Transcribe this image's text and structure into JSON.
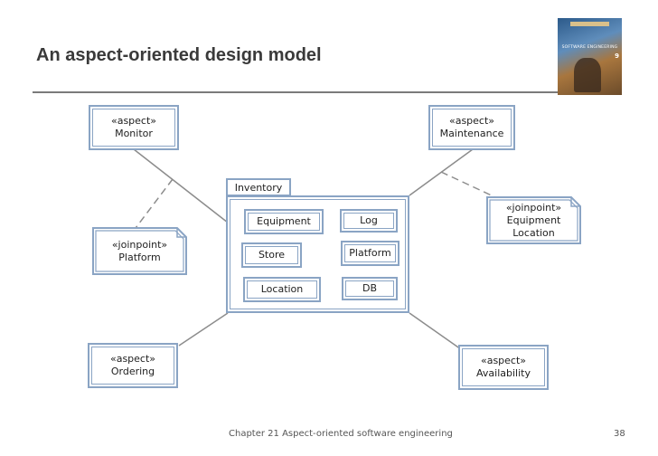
{
  "slide": {
    "title": "An aspect-oriented design model",
    "footer_text": "Chapter 21 Aspect-oriented software engineering",
    "page_number": "38"
  },
  "book_cover": {
    "text_lines": [
      "SOFTWARE ENGINEERING"
    ],
    "edition": "9"
  },
  "diagram": {
    "aspects": [
      {
        "id": "monitor",
        "stereotype": "«aspect»",
        "name": "Monitor"
      },
      {
        "id": "maintenance",
        "stereotype": "«aspect»",
        "name": "Maintenance"
      },
      {
        "id": "ordering",
        "stereotype": "«aspect»",
        "name": "Ordering"
      },
      {
        "id": "availability",
        "stereotype": "«aspect»",
        "name": "Availability"
      }
    ],
    "joinpoints": [
      {
        "id": "platform",
        "stereotype": "«joinpoint»",
        "name": "Platform"
      },
      {
        "id": "equipment-location",
        "stereotype": "«joinpoint»",
        "name": "Equipment Location",
        "lines": [
          "Equipment",
          "Location"
        ]
      }
    ],
    "package": {
      "name": "Inventory",
      "classes": [
        "Equipment",
        "Log",
        "Store",
        "Platform",
        "Location",
        "DB"
      ]
    }
  },
  "colors": {
    "box_border": "#8aa4c4",
    "connector": "#8c8c8c",
    "title_text": "#3a3a3a"
  }
}
